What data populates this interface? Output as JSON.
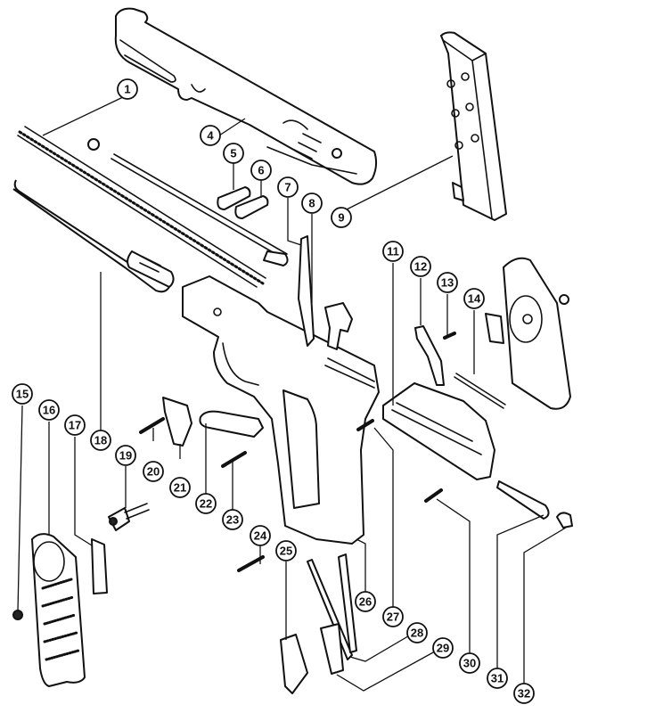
{
  "diagram": {
    "type": "exploded-parts-view",
    "callouts": [
      {
        "id": "1",
        "label": "1"
      },
      {
        "id": "4",
        "label": "4"
      },
      {
        "id": "5",
        "label": "5"
      },
      {
        "id": "6",
        "label": "6"
      },
      {
        "id": "7",
        "label": "7"
      },
      {
        "id": "8",
        "label": "8"
      },
      {
        "id": "9",
        "label": "9"
      },
      {
        "id": "11",
        "label": "11"
      },
      {
        "id": "12",
        "label": "12"
      },
      {
        "id": "13",
        "label": "13"
      },
      {
        "id": "14",
        "label": "14"
      },
      {
        "id": "15",
        "label": "15"
      },
      {
        "id": "16",
        "label": "16"
      },
      {
        "id": "17",
        "label": "17"
      },
      {
        "id": "18",
        "label": "18"
      },
      {
        "id": "19",
        "label": "19"
      },
      {
        "id": "20",
        "label": "20"
      },
      {
        "id": "21",
        "label": "21"
      },
      {
        "id": "22",
        "label": "22"
      },
      {
        "id": "23",
        "label": "23"
      },
      {
        "id": "24",
        "label": "24"
      },
      {
        "id": "25",
        "label": "25"
      },
      {
        "id": "26",
        "label": "26"
      },
      {
        "id": "27",
        "label": "27"
      },
      {
        "id": "28",
        "label": "28"
      },
      {
        "id": "29",
        "label": "29"
      },
      {
        "id": "30",
        "label": "30"
      },
      {
        "id": "31",
        "label": "31"
      },
      {
        "id": "32",
        "label": "32"
      }
    ]
  }
}
